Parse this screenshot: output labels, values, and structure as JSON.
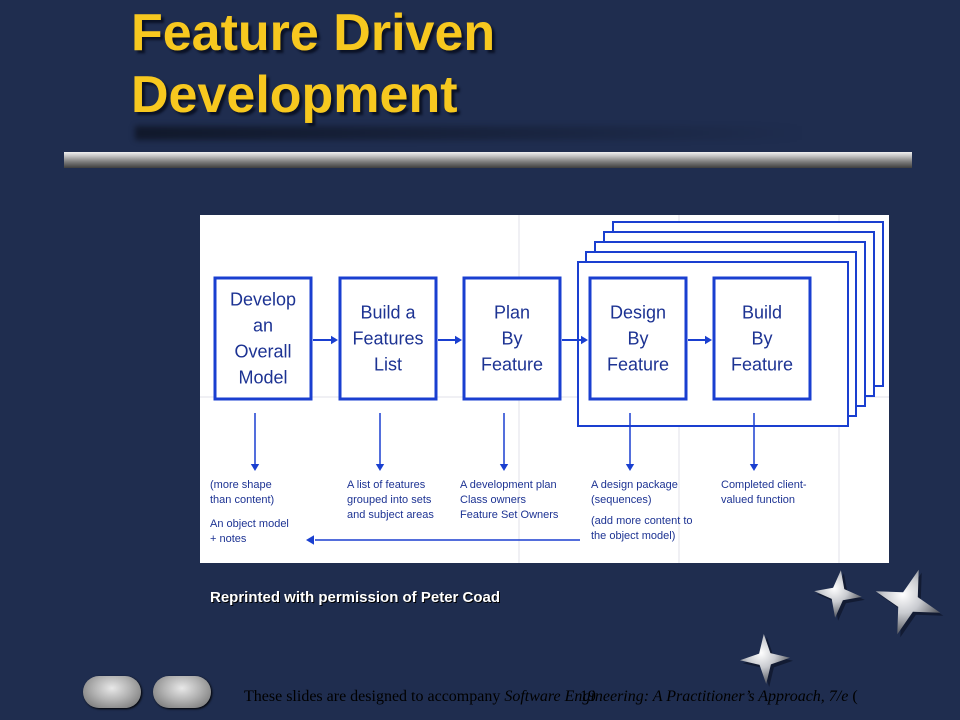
{
  "slide": {
    "title_line1": "Feature Driven",
    "title_line2": "Development",
    "permission": "Reprinted with permission of Peter Coad",
    "slide_number": "19"
  },
  "footer": {
    "prefix": "These slides are designed to accompany ",
    "book": "Software Engineering: A Practitioner’s Approach, 7/e",
    "suffix": " ("
  },
  "diagram": {
    "steps": [
      {
        "lines": [
          "Develop",
          "an",
          "Overall",
          "Model"
        ]
      },
      {
        "lines": [
          "Build a",
          "Features",
          "List"
        ]
      },
      {
        "lines": [
          "Plan",
          "By",
          "Feature"
        ]
      },
      {
        "lines": [
          "Design",
          "By",
          "Feature"
        ]
      },
      {
        "lines": [
          "Build",
          "By",
          "Feature"
        ]
      }
    ],
    "notes": [
      [
        "(more shape",
        "than content)",
        "An object model",
        "+ notes"
      ],
      [
        "A list of features",
        "grouped into sets",
        "and subject areas"
      ],
      [
        "A development plan",
        "Class owners",
        "Feature Set Owners"
      ],
      [
        "A design package",
        "(sequences)",
        "(add more content to",
        "the object model)"
      ],
      [
        "Completed client-",
        "valued function"
      ]
    ]
  },
  "colors": {
    "background": "#1f2d4f",
    "title": "#f7c81f",
    "diagram_blue": "#1a3fd0",
    "diagram_text": "#1d3393"
  },
  "icons": {
    "nav_back": "back-arrow-icon",
    "nav_forward": "forward-arrow-icon",
    "decoration": "star-icon"
  }
}
